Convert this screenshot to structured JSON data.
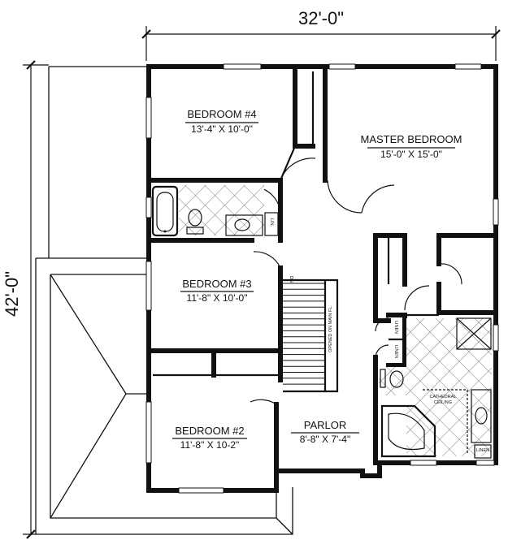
{
  "dimensions": {
    "width": "32'-0\"",
    "depth": "42'-0\""
  },
  "rooms": {
    "bedroom4": {
      "name": "BEDROOM #4",
      "size": "13'-4\" X 10'-0\""
    },
    "master": {
      "name": "MASTER BEDROOM",
      "size": "15'-0\" X 15'-0\""
    },
    "bedroom3": {
      "name": "BEDROOM #3",
      "size": "11'-8\" X 10'-0\""
    },
    "bedroom2": {
      "name": "BEDROOM #2",
      "size": "11'-8\" X 10-2\""
    },
    "parlor": {
      "name": "PARLOR",
      "size": "8'-8\" X 7'-4\""
    }
  },
  "annotations": {
    "linen_hall": "LIN.",
    "linen_1": "LINEN",
    "linen_2": "LINEN",
    "linen_3": "LINEN",
    "cathedral": "CATHEDRAL",
    "ceiling": "CEILING",
    "stair_dn": "DN",
    "stair_note": "OPENED ON MAIN FL."
  },
  "colors": {
    "line": "#111111",
    "background": "#ffffff"
  }
}
